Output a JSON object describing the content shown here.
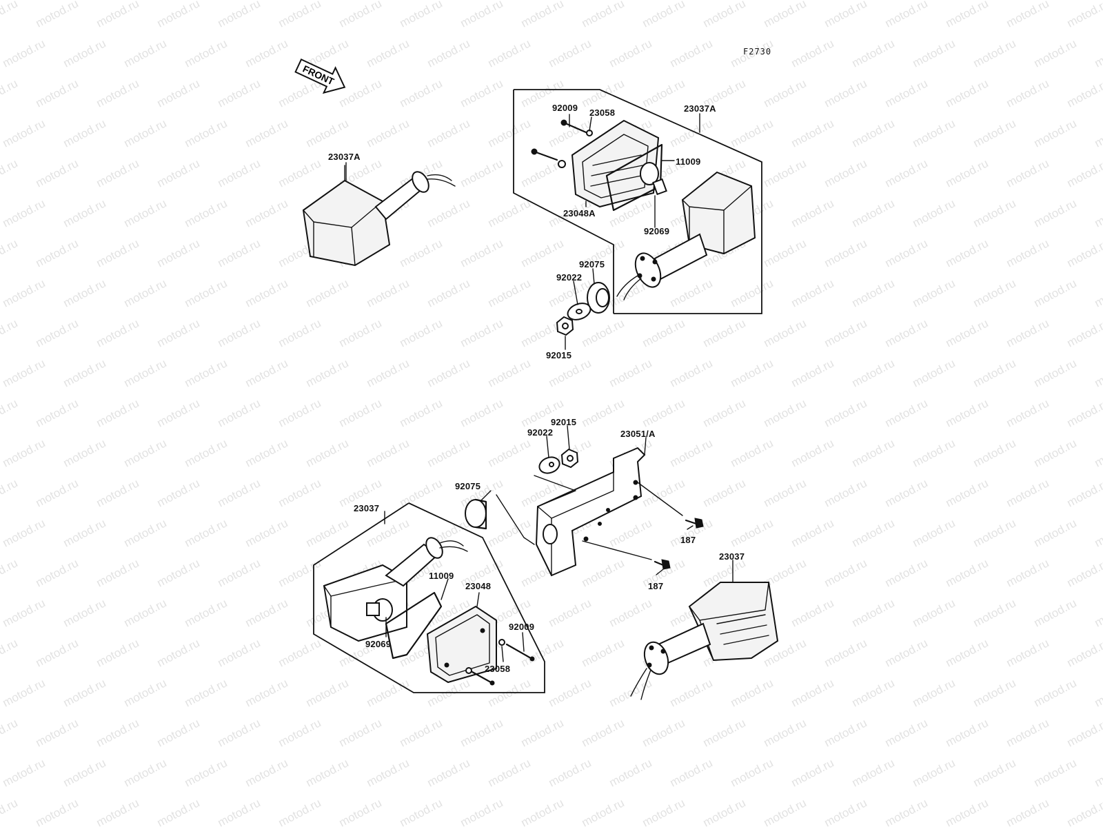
{
  "figure_code": "F2730",
  "front_arrow": {
    "label": "FRONT",
    "icon": "front-direction-arrow-icon"
  },
  "watermark": {
    "text": "motod.ru"
  },
  "labels": {
    "a_23037A": "23037A",
    "b_92009": "92009",
    "b_23058": "23058",
    "b_23037A": "23037A",
    "b_11009": "11009",
    "b_23048A": "23048A",
    "b_92069": "92069",
    "b_92075": "92075",
    "b_92022": "92022",
    "b_92015": "92015",
    "c_92015": "92015",
    "c_92022": "92022",
    "c_23051A": "23051/A",
    "c_92075": "92075",
    "c_187a": "187",
    "c_187b": "187",
    "d_23037": "23037",
    "d_11009": "11009",
    "d_23048": "23048",
    "d_92009": "92009",
    "d_92069": "92069",
    "d_23058": "23058",
    "e_23037": "23037"
  }
}
